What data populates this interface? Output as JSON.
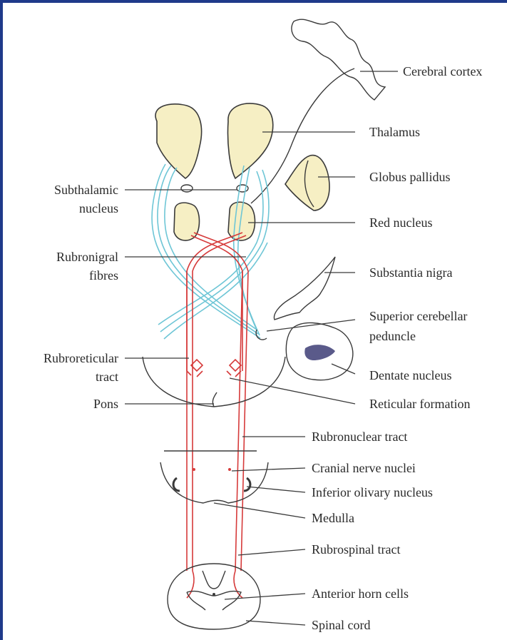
{
  "labels": {
    "cerebral_cortex": "Cerebral cortex",
    "thalamus": "Thalamus",
    "globus_pallidus": "Globus pallidus",
    "red_nucleus": "Red nucleus",
    "substantia_nigra": "Substantia nigra",
    "superior_cerebellar_1": "Superior cerebellar",
    "superior_cerebellar_2": "peduncle",
    "dentate_nucleus": "Dentate nucleus",
    "reticular_formation": "Reticular formation",
    "rubronuclear_tract": "Rubronuclear tract",
    "cranial_nerve_nuclei": "Cranial nerve nuclei",
    "inferior_olivary_nucleus": "Inferior olivary nucleus",
    "medulla": "Medulla",
    "rubrospinal_tract": "Rubrospinal tract",
    "anterior_horn_cells": "Anterior horn cells",
    "spinal_cord": "Spinal cord",
    "subthalamic_1": "Subthalamic",
    "subthalamic_2": "nucleus",
    "rubronigral_1": "Rubronigral",
    "rubronigral_2": "fibres",
    "rubroreticular_1": "Rubroreticular",
    "rubroreticular_2": "tract",
    "pons": "Pons"
  },
  "colors": {
    "frame": "#1f3a8a",
    "thalamus_fill": "#f6efc4",
    "red_tract": "#d63a3a",
    "cyan_tract": "#6ec6d6",
    "dentate": "#5a5a8a"
  }
}
